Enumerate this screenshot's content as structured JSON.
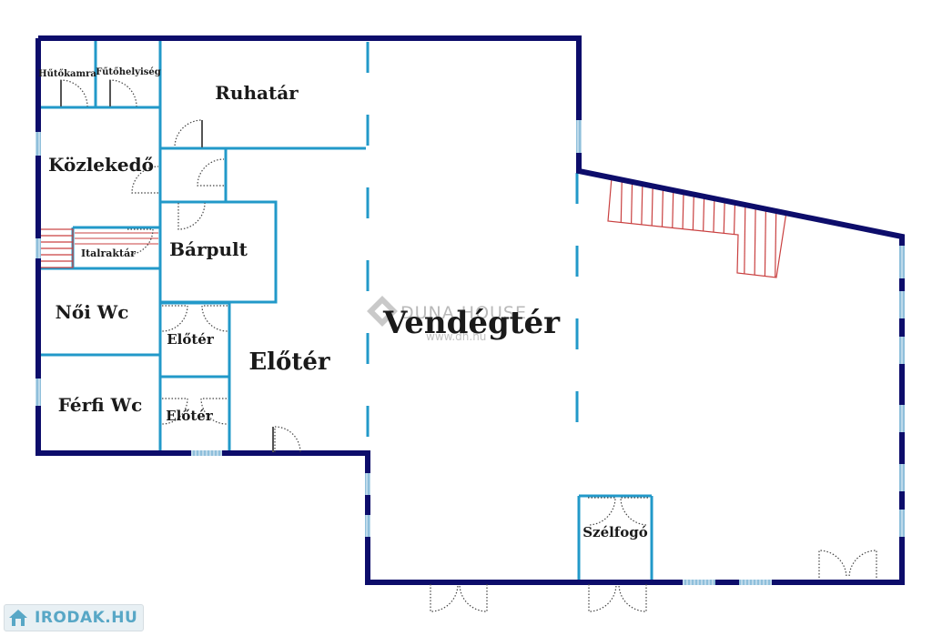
{
  "rooms": {
    "hutokamra": "Hűtőkamra",
    "futohelyiseg": "Fűtőhelyiség",
    "ruhatar": "Ruhatár",
    "kozlekedo": "Közlekedő",
    "italraktar": "Italraktár",
    "barpult": "Bárpult",
    "noi_wc": "Női Wc",
    "eloter_small_1": "Előtér",
    "eloter_main": "Előtér",
    "ferfi_wc": "Férfi Wc",
    "eloter_small_2": "Előtér",
    "vendegter": "Vendégtér",
    "szelfogo": "Szélfogó"
  },
  "watermark": {
    "brand": "DUNA HOUSE",
    "url": "www.dh.hu"
  },
  "logo": {
    "text": "IRODAK.HU"
  },
  "colors": {
    "outer_wall": "#0d0d6b",
    "inner_wall": "#2299c9",
    "window": "#9cc6e0",
    "door": "#444444",
    "stairs": "#c94040",
    "logo_text": "#58a7c6"
  }
}
